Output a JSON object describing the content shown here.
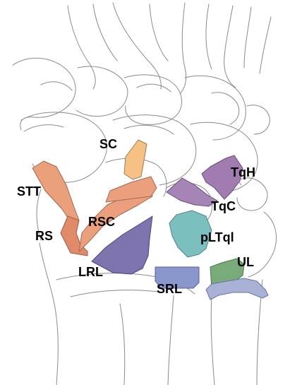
{
  "labels": {
    "sc": "SC",
    "stt": "STT",
    "rs": "RS",
    "rsc": "RSC",
    "lrl": "LRL",
    "srl": "SRL",
    "tqh": "TqH",
    "tqc": "TqC",
    "pltql": "pLTql",
    "ul": "UL"
  },
  "colors": {
    "sc": "#f5c185",
    "stt": "#e9a07b",
    "rs": "#e08a6a",
    "rsc": "#ec9f7d",
    "lrl": "#7d73ad",
    "srl": "#8a97cc",
    "tqh": "#a17cb0",
    "tqc": "#a685b6",
    "pltql": "#7bbfbf",
    "ul": "#79aa79",
    "ulc": "#a9b2d6"
  }
}
